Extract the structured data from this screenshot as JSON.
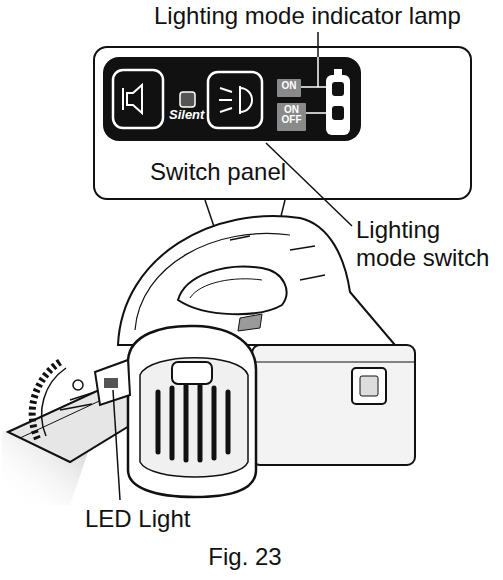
{
  "diagram": {
    "caption": "Fig. 23",
    "nodes": [
      {
        "text": [
          "Switch panel"
        ]
      },
      {
        "text": [
          "Silent"
        ],
        "in": 0
      },
      {
        "text": [
          "ON"
        ],
        "in": 1
      },
      {
        "text": [
          "ON OFF"
        ],
        "in": 1
      }
    ],
    "labels": [
      "Lighting mode indicator lamp",
      "Lighting mode switch",
      "LED Light"
    ]
  }
}
